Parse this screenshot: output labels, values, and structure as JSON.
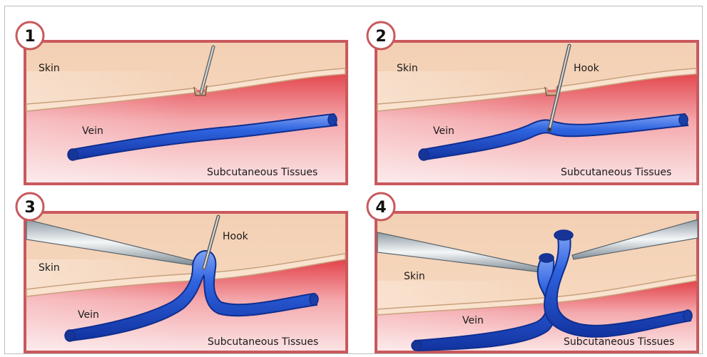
{
  "panels": [
    {
      "number": "1",
      "skin": "Skin",
      "vein": "Vein",
      "tissue": "Subcutaneous Tissues"
    },
    {
      "number": "2",
      "skin": "Skin",
      "vein": "Vein",
      "tissue": "Subcutaneous Tissues",
      "hook": "Hook"
    },
    {
      "number": "3",
      "skin": "Skin",
      "vein": "Vein",
      "tissue": "Subcutaneous Tissues",
      "hook": "Hook"
    },
    {
      "number": "4",
      "skin": "Skin",
      "vein": "Vein",
      "tissue": "Subcutaneous Tissues"
    }
  ],
  "colors": {
    "panel_border": "#c8595d",
    "skin_upper": "#f5d3b6",
    "skin_line": "#e9b47f",
    "tissue_light": "#f7c9cc",
    "tissue_red": "#d9383f",
    "vein_blue": "#2458d8",
    "vein_dark": "#0f2f8f",
    "vein_highlight": "#6f95f0",
    "badge_fill": "#ffffff"
  }
}
